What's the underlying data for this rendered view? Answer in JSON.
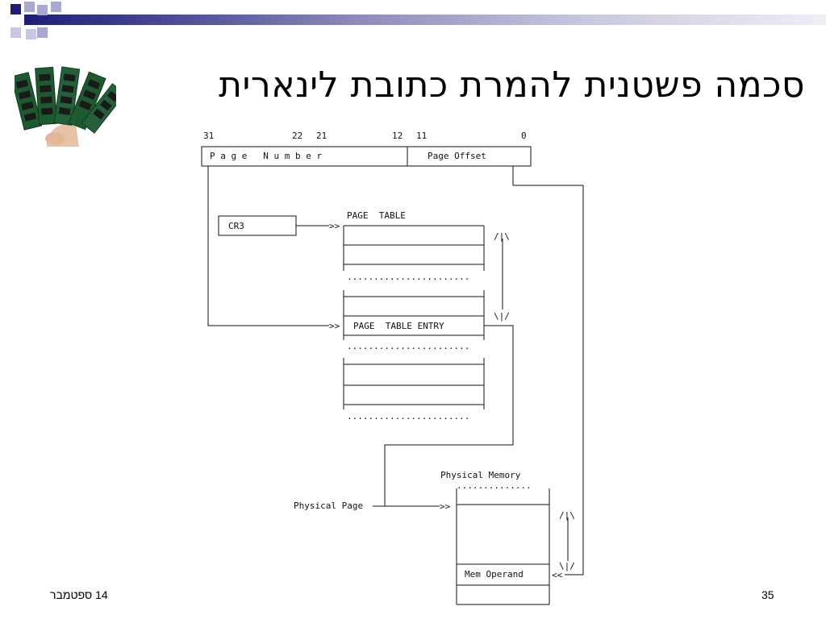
{
  "slide": {
    "title": "סכמה פשטנית להמרת כתובת לינארית",
    "date": "14 ספטמבר",
    "page_number": "35"
  },
  "colors": {
    "accent_dark": "#1e1e78",
    "accent_light": "#9c9cc8"
  },
  "diagram": {
    "bit_labels": [
      "31",
      "22",
      "21",
      "12",
      "11",
      "0"
    ],
    "address_fields": {
      "page_number": "P a g e   N u m b e r",
      "page_offset": "Page Offset"
    },
    "cr3": "CR3",
    "page_table_title": "PAGE  TABLE",
    "page_table_entry": "PAGE  TABLE ENTRY",
    "dots_page_table": ".......................",
    "dots_memory": "..............",
    "physical_memory_title": "Physical Memory",
    "physical_page": "Physical Page",
    "mem_operand": "Mem Operand",
    "arrow_head_right": ">>",
    "arrow_head_left": "<<",
    "range_top": "/|\\",
    "range_bottom": "\\|/"
  }
}
